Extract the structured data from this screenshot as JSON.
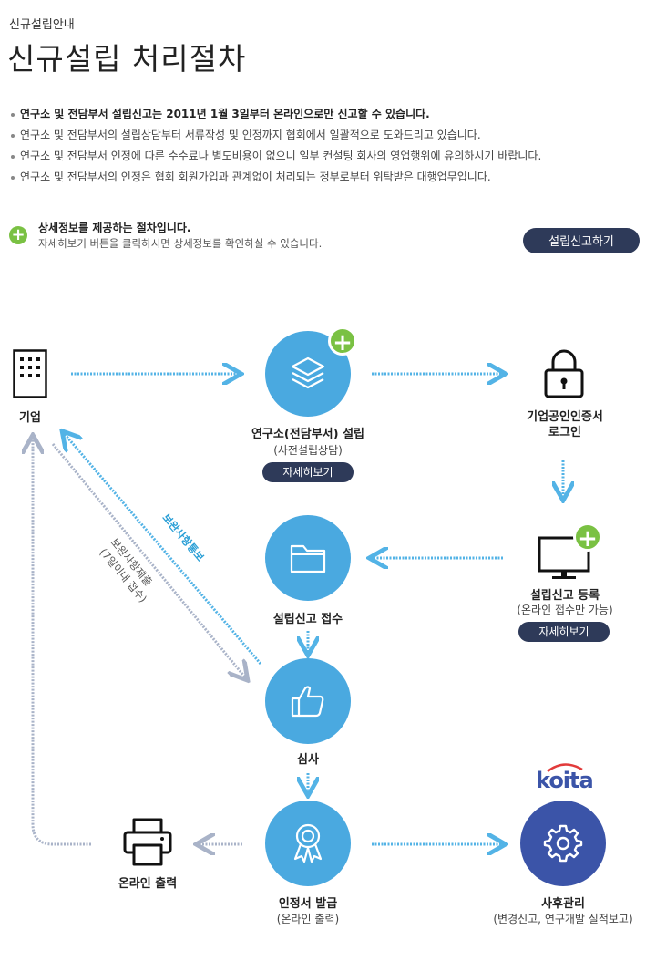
{
  "header": {
    "subtitle": "신규설립안내",
    "title": "신규설립 처리절차"
  },
  "notes": [
    "연구소 및 전담부서 설립신고는 2011년 1월 3일부터 온라인으로만 신고할 수 있습니다.",
    "연구소 및 전담부서의 설립상담부터 서류작성 및 인정까지 협회에서 일괄적으로 도와드리고 있습니다.",
    "연구소 및 전담부서 인정에 따른 수수료나 별도비용이 없으니 일부 컨설팅 회사의 영업행위에 유의하시기 바랍니다.",
    "연구소 및 전담부서의 인정은 협회 회원가입과 관계없이 처리되는 정부로부터 위탁받은 대행업무입니다."
  ],
  "info": {
    "plus_glyph": "+",
    "title": "상세정보를 제공하는 절차입니다.",
    "desc": "자세히보기 버튼을 클릭하시면 상세정보를 확인하실 수 있습니다.",
    "cta_label": "설립신고하기"
  },
  "flow": {
    "company": {
      "label": "기업",
      "icon": "building-icon"
    },
    "lab_setup": {
      "label": "연구소(전담부서) 설립",
      "sublabel": "(사전설립상담)",
      "detail": "자세히보기",
      "icon": "layers-icon"
    },
    "cert_login": {
      "label_line1": "기업공인인증서",
      "label_line2": "로그인",
      "icon": "lock-icon"
    },
    "report_register": {
      "label": "설립신고 등록",
      "sublabel": "(온라인 접수만 가능)",
      "detail": "자세히보기",
      "icon": "monitor-icon"
    },
    "receipt": {
      "label": "설립신고 접수",
      "icon": "folder-icon"
    },
    "review": {
      "label": "심사",
      "icon": "thumbs-up-icon"
    },
    "issue": {
      "label": "인정서 발급",
      "sublabel": "(온라인 출력)",
      "icon": "award-icon"
    },
    "print": {
      "label": "온라인 출력",
      "icon": "printer-icon"
    },
    "aftercare": {
      "label": "사후관리",
      "sublabel": "(변경신고, 연구개발 실적보고)",
      "icon": "gear-icon",
      "logo_text": "koita"
    },
    "supplement_notice": "보완사항통보",
    "supplement_submit_line1": "보완사항제출",
    "supplement_submit_line2": "(7일이내 접수)",
    "plus_glyph": "+"
  },
  "colors": {
    "accent_blue": "#4aa9e0",
    "dark_blue": "#3b54a8",
    "navy_button": "#2e3a59",
    "green_plus": "#7ac143",
    "arrow_blue": "#53b3e6",
    "arrow_gray": "#a9b3c8"
  }
}
